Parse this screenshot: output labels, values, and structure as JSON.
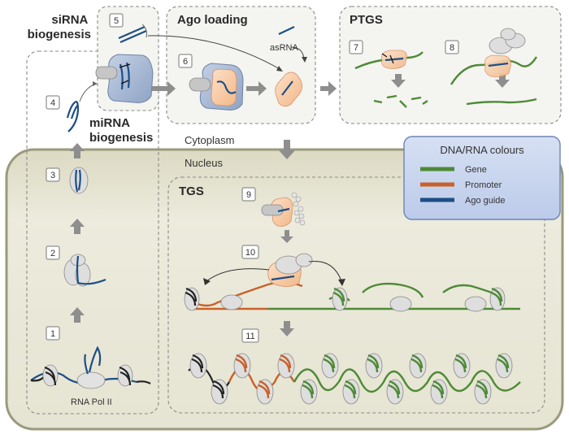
{
  "labels": {
    "sirna_biogenesis": [
      "siRNA",
      "biogenesis"
    ],
    "mirna_biogenesis": [
      "miRNA",
      "biogenesis"
    ],
    "ago_loading": "Ago loading",
    "ptgs": "PTGS",
    "tgs": "TGS",
    "cytoplasm": "Cytoplasm",
    "nucleus": "Nucleus",
    "asrna": "asRNA",
    "rna_pol": "RNA Pol II"
  },
  "steps": [
    "1",
    "2",
    "3",
    "4",
    "5",
    "6",
    "7",
    "8",
    "9",
    "10",
    "11"
  ],
  "legend": {
    "title": "DNA/RNA colours",
    "items": [
      {
        "label": "Gene",
        "color": "#4e8a36"
      },
      {
        "label": "Promoter",
        "color": "#c8612a"
      },
      {
        "label": "Ago guide",
        "color": "#1d4f86"
      }
    ]
  },
  "colors": {
    "nucleus_fill": "#e9e8da",
    "nucleus_border": "#9a9a7e",
    "ago_blue": "#9fb3cf",
    "ago_peach": "#f7c9a6",
    "legend_fill": "#c9d6ef",
    "legend_border": "#6d84b4"
  }
}
